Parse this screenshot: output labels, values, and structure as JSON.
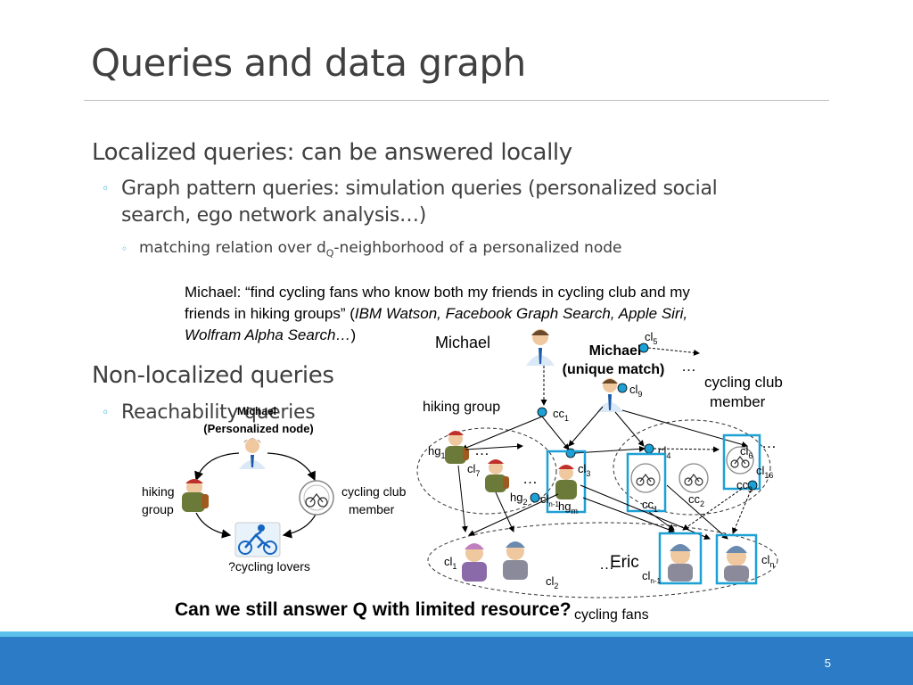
{
  "slide": {
    "title": "Queries and data graph",
    "page_number": "5"
  },
  "bullets": {
    "localized": "Localized queries:  can be answered locally",
    "graph_pattern_line1": "Graph pattern queries: simulation queries (personalized social",
    "graph_pattern_line2": "search, ego network analysis…)",
    "matching_pre": "matching relation over d",
    "matching_sub": "Q",
    "matching_post": "-neighborhood of a personalized node",
    "non_localized": "Non-localized queries",
    "reachability": "Reachability queries"
  },
  "quote": {
    "line1": "Michael:  “find cycling fans who know both my friends in cycling club and my",
    "line2_plain": "friends in hiking groups” (",
    "line2_italic": "IBM Watson, Facebook Graph Search, Apple Siri,",
    "line3_italic": "Wolfram Alpha Search…",
    "line3_close": ")"
  },
  "query_graph": {
    "michael_label": "Michael",
    "personalized_label": "(Personalized node)",
    "hiking_line1": "hiking",
    "hiking_line2": "group",
    "cycling_club_line1": "cycling club",
    "cycling_club_line2": "member",
    "cycling_lovers": "?cycling lovers"
  },
  "data_graph": {
    "michael_name": "Michael",
    "michael_bold": "Michael",
    "unique_match": "(unique match)",
    "hiking_group": "hiking group",
    "cycling_club_line1": "cycling club",
    "cycling_club_line2": "member",
    "eric": "Eric",
    "cycling_fans": "cycling fans",
    "nodes": {
      "cl5": "cl",
      "cl5_sub": "5",
      "cl9": "cl",
      "cl9_sub": "9",
      "cc1": "cc",
      "cc1_sub": "1",
      "hg1": "hg",
      "hg1_sub": "1",
      "cl7": "cl",
      "cl7_sub": "7",
      "cl3": "cl",
      "cl3_sub": "3",
      "cl4": "cl",
      "cl4_sub": "4",
      "cl6": "cl",
      "cl6_sub": "6",
      "cl16": "cl",
      "cl16_sub": "16",
      "cc3": "cc",
      "cc3_sub": "3",
      "hg2": "hg",
      "hg2_sub": "2",
      "clk": "cl",
      "clk_sub": "n-1",
      "hgm": "hg",
      "hgm_sub": "m",
      "cc4": "cc",
      "cc4_sub": "1",
      "cc2": "cc",
      "cc2_sub": "2",
      "cl1": "cl",
      "cl1_sub": "1",
      "cl2": "cl",
      "cl2_sub": "2",
      "cln1": "cl",
      "cln1_sub": "n-1",
      "cln": "cl",
      "cln_sub": "n"
    },
    "ellipsis": "…"
  },
  "bottom_question": "Can we still answer Q with limited resource?",
  "colors": {
    "accent_blue": "#1ca0d6",
    "footer_blue": "#2c7bc6",
    "footer_stripe": "#5bc0eb",
    "title_gray": "#404040"
  }
}
